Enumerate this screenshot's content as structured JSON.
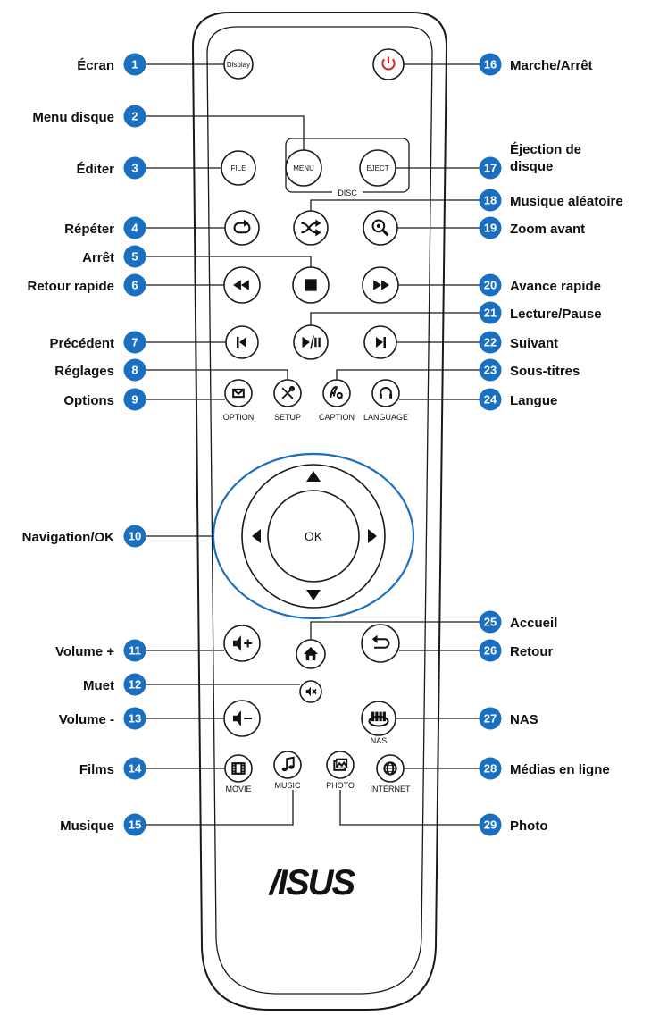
{
  "colors": {
    "badge": "#1b6fc0",
    "power": "#e02020",
    "outline": "#1a1a1a"
  },
  "logo_text": "/ISUS",
  "disc_label": "DISC",
  "ok_label": "OK",
  "callouts": [
    {
      "num": "1",
      "label": "Écran",
      "side": "left"
    },
    {
      "num": "2",
      "label": "Menu disque",
      "side": "left"
    },
    {
      "num": "3",
      "label": "Éditer",
      "side": "left"
    },
    {
      "num": "4",
      "label": "Répéter",
      "side": "left"
    },
    {
      "num": "5",
      "label": "Arrêt",
      "side": "left"
    },
    {
      "num": "6",
      "label": "Retour rapide",
      "side": "left"
    },
    {
      "num": "7",
      "label": "Précédent",
      "side": "left"
    },
    {
      "num": "8",
      "label": "Réglages",
      "side": "left"
    },
    {
      "num": "9",
      "label": "Options",
      "side": "left"
    },
    {
      "num": "10",
      "label": "Navigation/OK",
      "side": "left"
    },
    {
      "num": "11",
      "label": "Volume +",
      "side": "left"
    },
    {
      "num": "12",
      "label": "Muet",
      "side": "left"
    },
    {
      "num": "13",
      "label": "Volume -",
      "side": "left"
    },
    {
      "num": "14",
      "label": "Films",
      "side": "left"
    },
    {
      "num": "15",
      "label": "Musique",
      "side": "left"
    },
    {
      "num": "16",
      "label": "Marche/Arrêt",
      "side": "right"
    },
    {
      "num": "17",
      "label": "Éjection de disque",
      "side": "right"
    },
    {
      "num": "18",
      "label": "Musique aléatoire",
      "side": "right"
    },
    {
      "num": "19",
      "label": "Zoom avant",
      "side": "right"
    },
    {
      "num": "20",
      "label": "Avance rapide",
      "side": "right"
    },
    {
      "num": "21",
      "label": "Lecture/Pause",
      "side": "right"
    },
    {
      "num": "22",
      "label": "Suivant",
      "side": "right"
    },
    {
      "num": "23",
      "label": "Sous-titres",
      "side": "right"
    },
    {
      "num": "24",
      "label": "Langue",
      "side": "right"
    },
    {
      "num": "25",
      "label": "Accueil",
      "side": "right"
    },
    {
      "num": "26",
      "label": "Retour",
      "side": "right"
    },
    {
      "num": "27",
      "label": "NAS",
      "side": "right"
    },
    {
      "num": "28",
      "label": "Médias en ligne",
      "side": "right"
    },
    {
      "num": "29",
      "label": "Photo",
      "side": "right"
    }
  ],
  "buttons": [
    {
      "id": "display",
      "text": "Display",
      "icon": "display-text"
    },
    {
      "id": "power",
      "text": "",
      "icon": "power-icon"
    },
    {
      "id": "menu",
      "text": "MENU",
      "icon": "menu-text"
    },
    {
      "id": "file",
      "text": "FILE",
      "icon": "file-text"
    },
    {
      "id": "eject",
      "text": "EJECT",
      "icon": "eject-text"
    },
    {
      "id": "repeat",
      "text": "",
      "icon": "repeat-icon"
    },
    {
      "id": "shuffle",
      "text": "",
      "icon": "shuffle-icon"
    },
    {
      "id": "zoom",
      "text": "",
      "icon": "zoom-icon"
    },
    {
      "id": "rewind",
      "text": "",
      "icon": "rewind-icon"
    },
    {
      "id": "stop",
      "text": "",
      "icon": "stop-icon"
    },
    {
      "id": "ffwd",
      "text": "",
      "icon": "fast-forward-icon"
    },
    {
      "id": "prev",
      "text": "",
      "icon": "previous-icon"
    },
    {
      "id": "play",
      "text": "",
      "icon": "play-pause-icon"
    },
    {
      "id": "next",
      "text": "",
      "icon": "next-icon"
    },
    {
      "id": "option",
      "text": "OPTION",
      "icon": "envelope-icon"
    },
    {
      "id": "setup",
      "text": "SETUP",
      "icon": "tools-icon"
    },
    {
      "id": "caption",
      "text": "CAPTION",
      "icon": "caption-icon"
    },
    {
      "id": "language",
      "text": "LANGUAGE",
      "icon": "headset-icon"
    },
    {
      "id": "volup",
      "text": "",
      "icon": "volume-up-icon"
    },
    {
      "id": "home",
      "text": "",
      "icon": "home-icon"
    },
    {
      "id": "back",
      "text": "",
      "icon": "back-arrow-icon"
    },
    {
      "id": "mute",
      "text": "",
      "icon": "mute-icon"
    },
    {
      "id": "voldown",
      "text": "",
      "icon": "volume-down-icon"
    },
    {
      "id": "nas",
      "text": "NAS",
      "icon": "nas-icon"
    },
    {
      "id": "movie",
      "text": "MOVIE",
      "icon": "film-icon"
    },
    {
      "id": "music",
      "text": "MUSIC",
      "icon": "music-note-icon"
    },
    {
      "id": "photo",
      "text": "PHOTO",
      "icon": "photo-icon"
    },
    {
      "id": "internet",
      "text": "INTERNET",
      "icon": "globe-icon"
    }
  ]
}
